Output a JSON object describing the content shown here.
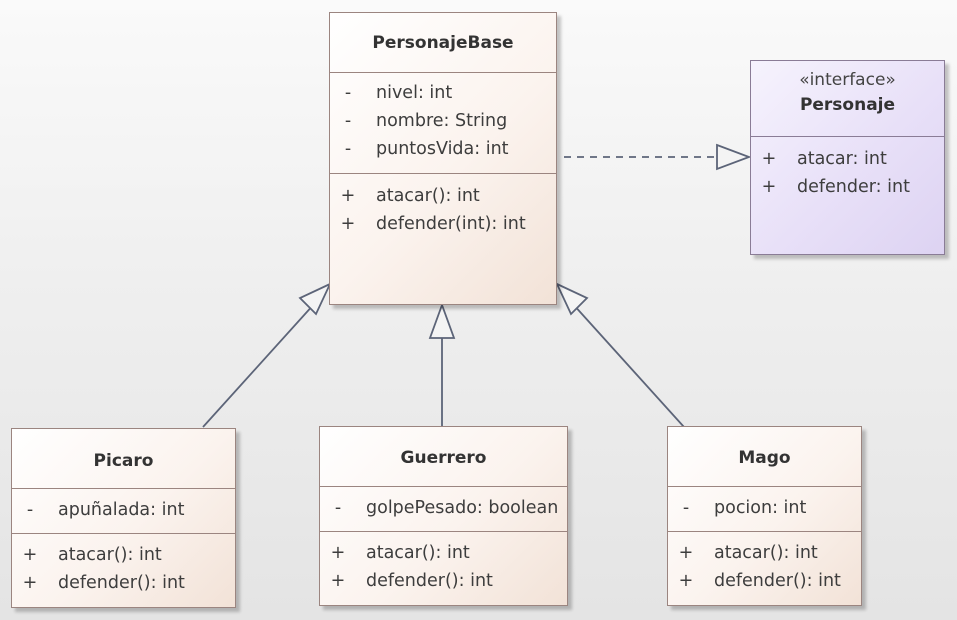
{
  "classes": {
    "base": {
      "name": "PersonajeBase",
      "attributes": [
        {
          "vis": "-",
          "text": "nivel: int"
        },
        {
          "vis": "-",
          "text": "nombre: String"
        },
        {
          "vis": "-",
          "text": "puntosVida: int"
        }
      ],
      "operations": [
        {
          "vis": "+",
          "text": "atacar(): int"
        },
        {
          "vis": "+",
          "text": "defender(int): int"
        }
      ]
    },
    "iface": {
      "stereotype": "«interface»",
      "name": "Personaje",
      "operations": [
        {
          "vis": "+",
          "text": "atacar: int"
        },
        {
          "vis": "+",
          "text": "defender: int"
        }
      ]
    },
    "picaro": {
      "name": "Picaro",
      "attributes": [
        {
          "vis": "-",
          "text": "apuñalada: int"
        }
      ],
      "operations": [
        {
          "vis": "+",
          "text": "atacar(): int"
        },
        {
          "vis": "+",
          "text": "defender(): int"
        }
      ]
    },
    "guerrero": {
      "name": "Guerrero",
      "attributes": [
        {
          "vis": "-",
          "text": "golpePesado: boolean"
        }
      ],
      "operations": [
        {
          "vis": "+",
          "text": "atacar(): int"
        },
        {
          "vis": "+",
          "text": "defender(): int"
        }
      ]
    },
    "mago": {
      "name": "Mago",
      "attributes": [
        {
          "vis": "-",
          "text": "pocion: int"
        }
      ],
      "operations": [
        {
          "vis": "+",
          "text": "atacar(): int"
        },
        {
          "vis": "+",
          "text": "defender(): int"
        }
      ]
    }
  },
  "colors": {
    "class_border": "#9b8580",
    "interface_border": "#8a7c96",
    "connector": "#5c6478"
  }
}
